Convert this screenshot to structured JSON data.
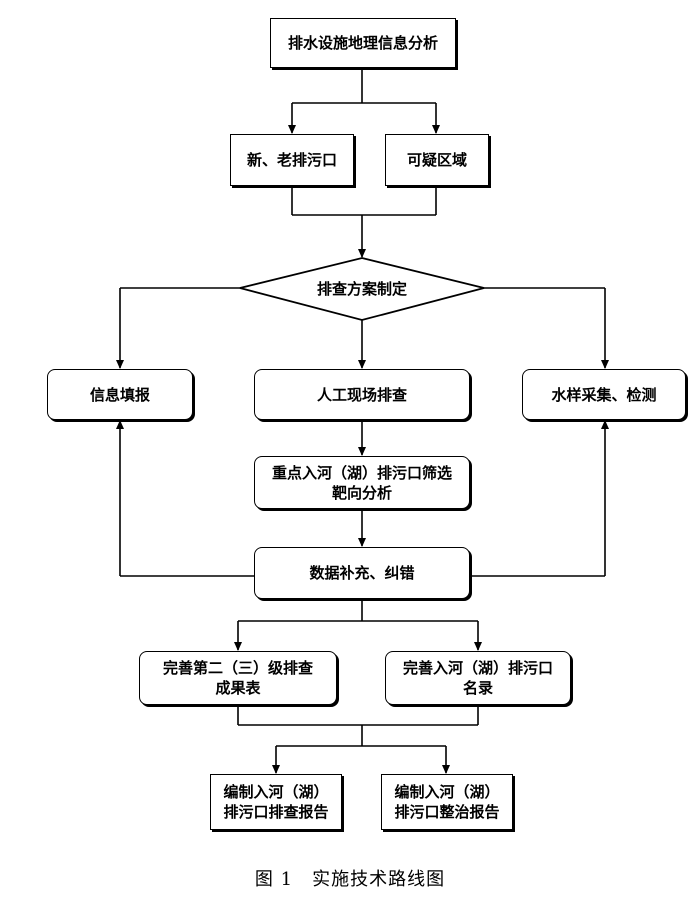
{
  "nodes": {
    "n1": "排水设施地理信息分析",
    "n2a": "新、老排污口",
    "n2b": "可疑区域",
    "n3": "排查方案制定",
    "n4a": "信息填报",
    "n4b": "人工现场排查",
    "n4c": "水样采集、检测",
    "n5": "重点入河（湖）排污口筛选\n靶向分析",
    "n6": "数据补充、纠错",
    "n7a": "完善第二（三）级排查\n成果表",
    "n7b": "完善入河（湖）排污口\n名录",
    "n8a": "编制入河（湖）\n排污口排查报告",
    "n8b": "编制入河（湖）\n排污口整治报告"
  },
  "caption": "图 1　实施技术路线图"
}
